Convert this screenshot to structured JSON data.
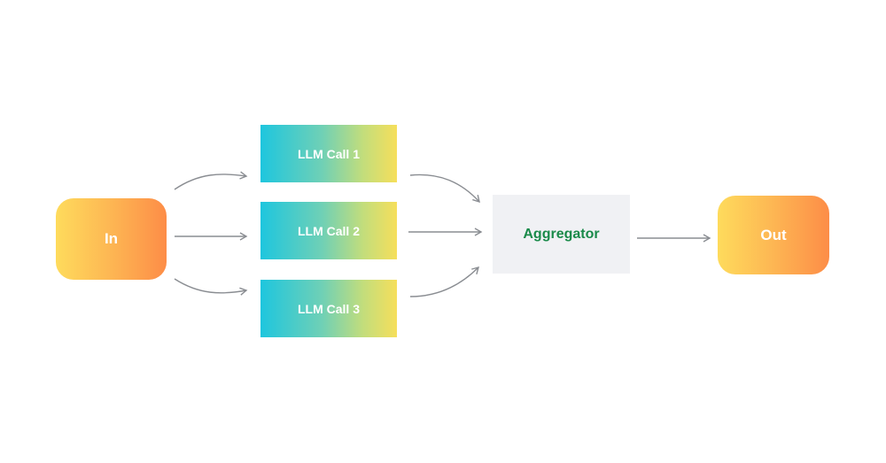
{
  "nodes": {
    "input": {
      "label": "In"
    },
    "llm_calls": [
      {
        "label": "LLM Call 1"
      },
      {
        "label": "LLM Call 2"
      },
      {
        "label": "LLM Call 3"
      }
    ],
    "aggregator": {
      "label": "Aggregator"
    },
    "output": {
      "label": "Out"
    }
  },
  "edges": [
    {
      "from": "In",
      "to": "LLM Call 1"
    },
    {
      "from": "In",
      "to": "LLM Call 2"
    },
    {
      "from": "In",
      "to": "LLM Call 3"
    },
    {
      "from": "LLM Call 1",
      "to": "Aggregator"
    },
    {
      "from": "LLM Call 2",
      "to": "Aggregator"
    },
    {
      "from": "LLM Call 3",
      "to": "Aggregator"
    },
    {
      "from": "Aggregator",
      "to": "Out"
    }
  ],
  "colors": {
    "io_gradient_start": "#fedb5c",
    "io_gradient_end": "#fd8d47",
    "llm_gradient_start": "#1ec6de",
    "llm_gradient_end": "#f6df5b",
    "aggregator_bg": "#f0f1f4",
    "aggregator_text": "#1a8a4a",
    "arrow": "#8a8d92"
  }
}
